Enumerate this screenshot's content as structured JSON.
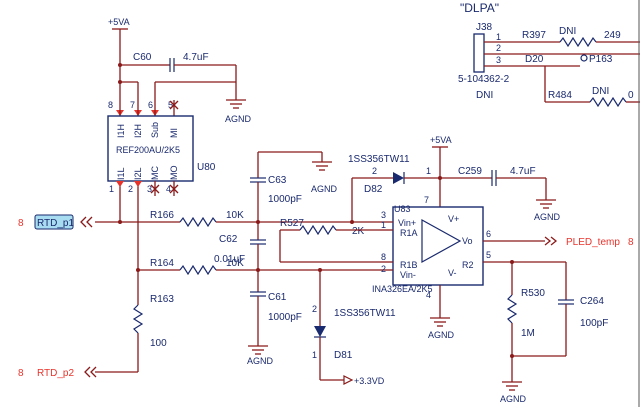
{
  "title": "\"DLPA\"",
  "supply_5va_top": "+5VA",
  "supply_5va_mid": "+5VA",
  "gnd_label": "AGND",
  "supply_3v3": "+3.3VD",
  "u80": {
    "ref": "U80",
    "part": "REF200AU/2K5",
    "pin_labels": [
      "I1H",
      "I2H",
      "Sub",
      "MI",
      "I1L",
      "I2L",
      "MC",
      "MO"
    ],
    "pin_numbers": [
      "8",
      "7",
      "6",
      "5",
      "1",
      "2",
      "3",
      "4"
    ]
  },
  "u83": {
    "ref": "U83",
    "part": "INA326EA/2K5",
    "labels": [
      "V+",
      "R1A",
      "Vin+",
      "Vo",
      "R1B",
      "Vin-",
      "V-",
      "R2"
    ],
    "pin_numbers": [
      "3",
      "1",
      "8",
      "2",
      "6",
      "5",
      "7",
      "4"
    ]
  },
  "c60": {
    "ref": "C60",
    "value": "4.7uF"
  },
  "c63": {
    "ref": "C63",
    "value": "1000pF"
  },
  "c62": {
    "ref": "C62",
    "value": "0.01uF"
  },
  "c61": {
    "ref": "C61",
    "value": "1000pF"
  },
  "c259": {
    "ref": "C259",
    "value": "4.7uF"
  },
  "c264": {
    "ref": "C264",
    "value": "100pF"
  },
  "r166": {
    "ref": "R166",
    "value": "10K"
  },
  "r527": {
    "ref": "R527",
    "value": "2K"
  },
  "r164": {
    "ref": "R164",
    "value": "10K"
  },
  "r163": {
    "ref": "R163",
    "value": "100"
  },
  "r530": {
    "ref": "R530",
    "value": "1M"
  },
  "r397": {
    "ref": "R397",
    "value": "DNI",
    "extra": "249"
  },
  "r484": {
    "ref": "R484",
    "value": "DNI",
    "extra": "0"
  },
  "d82": {
    "ref": "D82",
    "part": "1SS356TW11",
    "pins": [
      "2",
      "1"
    ]
  },
  "d81": {
    "ref": "D81",
    "part": "1SS356TW11",
    "pins": [
      "2",
      "1"
    ]
  },
  "d20": {
    "ref": "D20",
    "net": "P163"
  },
  "j38": {
    "ref": "J38",
    "part": "5-104362-2",
    "note": "DNI",
    "pins": [
      "1",
      "2",
      "3"
    ]
  },
  "nets": {
    "rtd_p1": "RTD_p1",
    "rtd_p2": "RTD_p2",
    "pled_temp": "PLED_temp",
    "sheet_ref_p1": "8",
    "sheet_ref_p2": "8",
    "sheet_ref_pled": "8"
  },
  "misc_pins": {
    "c259_pin": "7",
    "out_pin": "6",
    "r2_pin": "5",
    "gnd_pin": "4",
    "d81_top": "2",
    "d81_bot": "1",
    "d82_left": "2",
    "d82_right": "1"
  }
}
